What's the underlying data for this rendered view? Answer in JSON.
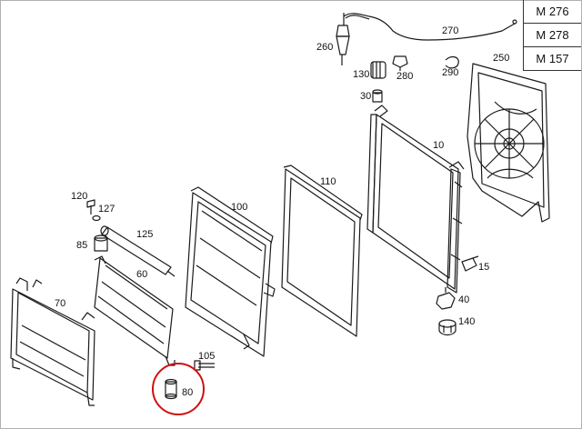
{
  "engine_codes": [
    "M 276",
    "M 278",
    "M 157"
  ],
  "highlight_color": "#d01010",
  "line_color": "#1a1a1a",
  "callouts": {
    "p270": "270",
    "p260": "260",
    "p130": "130",
    "p280": "280",
    "p290": "290",
    "p250": "250",
    "p30": "30",
    "p10": "10",
    "p110": "110",
    "p100": "100",
    "p120": "120",
    "p127": "127",
    "p85": "85",
    "p125": "125",
    "p60": "60",
    "p70": "70",
    "p15": "15",
    "p40": "40",
    "p140": "140",
    "p105": "105",
    "p80": "80"
  }
}
